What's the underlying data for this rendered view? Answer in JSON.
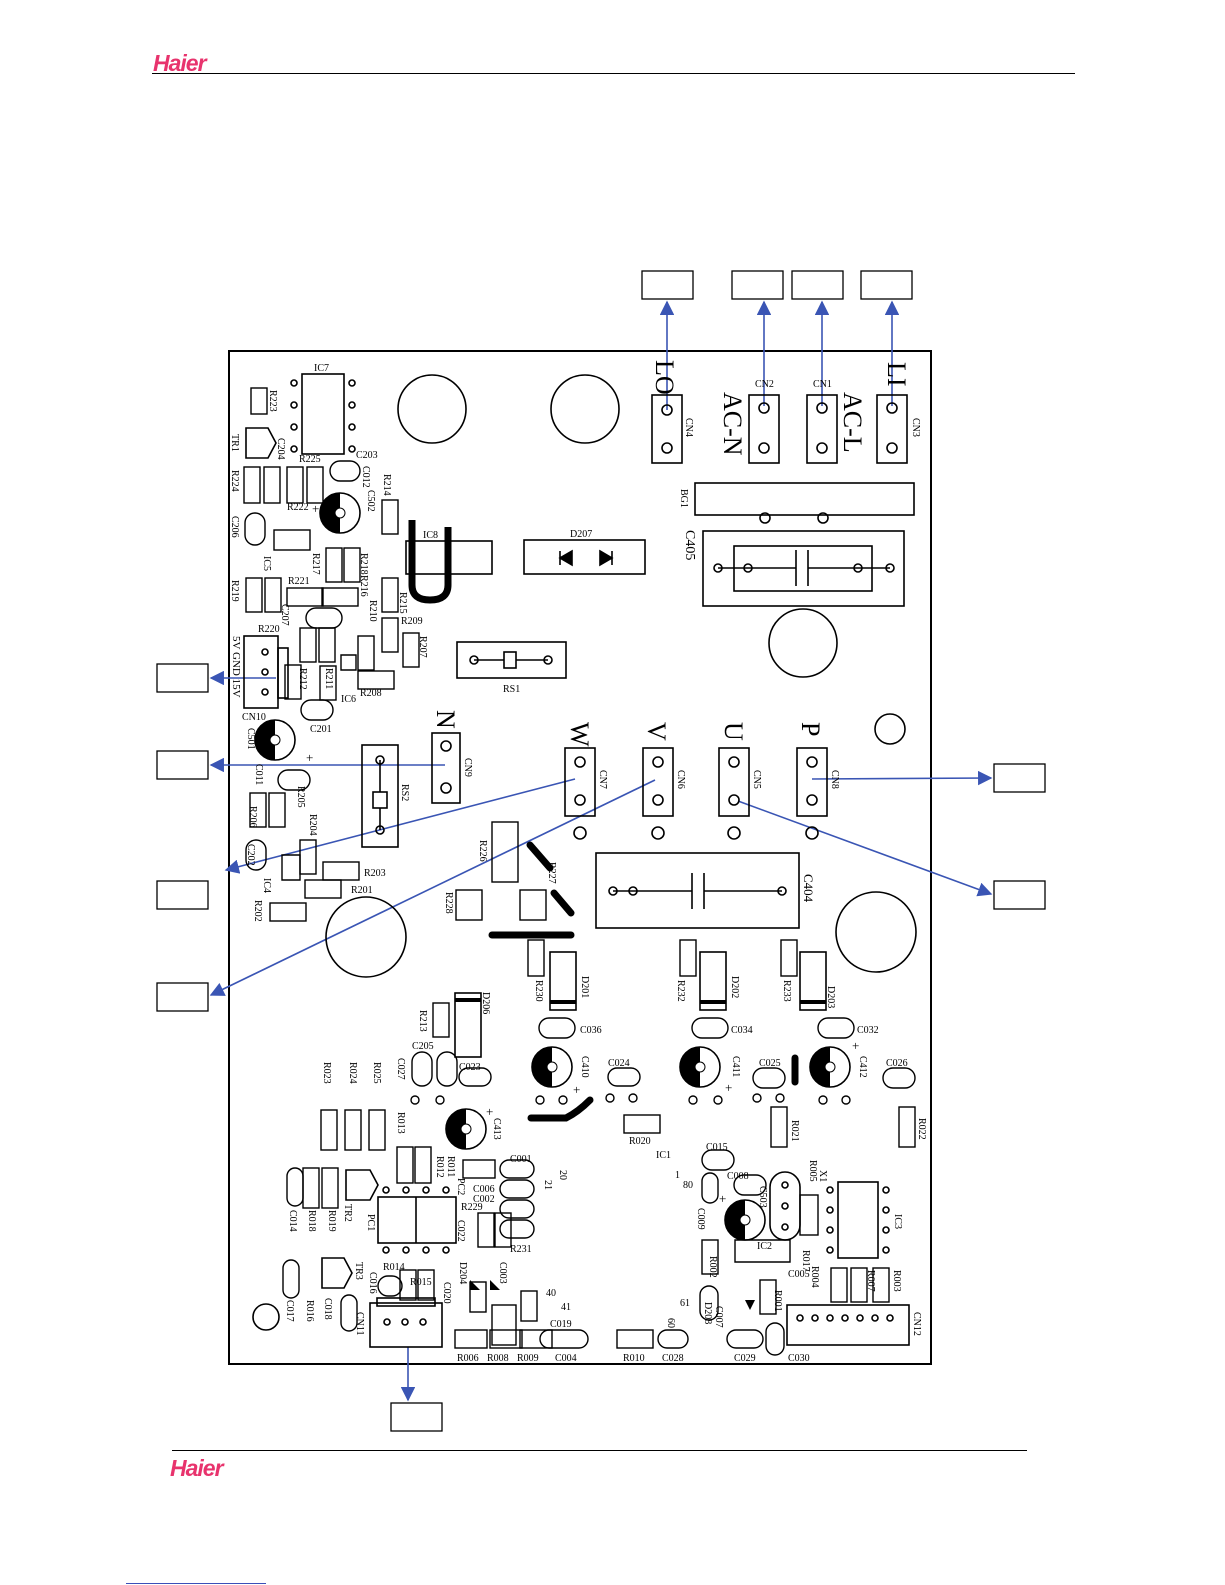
{
  "header": {
    "brand": "Haier"
  },
  "footer": {
    "brand": "Haier"
  },
  "board": {
    "connectors": {
      "lo": "LO",
      "ac_n": "AC-N",
      "ac_l": "AC-L",
      "li": "LI",
      "n": "N",
      "w": "W",
      "v": "V",
      "u": "U",
      "p": "P",
      "power_pins": "5V GND 15V"
    },
    "refs": {
      "cn4": "CN4",
      "cn2": "CN2",
      "cn1": "CN1",
      "cn3": "CN3",
      "cn9": "CN9",
      "cn7": "CN7",
      "cn6": "CN6",
      "cn5": "CN5",
      "cn8": "CN8",
      "cn10": "CN10",
      "cn11": "CN11",
      "cn12": "CN12",
      "ic7": "IC7",
      "ic8": "IC8",
      "ic5": "IC5",
      "ic6": "IC6",
      "ic4": "IC4",
      "ic3": "IC3",
      "ic2": "IC2",
      "ic1": "IC1",
      "d207": "D207",
      "bg1": "BG1",
      "c405": "C405",
      "c404": "C404",
      "rs1": "RS1",
      "rs2": "RS2",
      "tr1": "TR1",
      "tr2": "TR2",
      "tr3": "TR3",
      "pc1": "PC1",
      "pc2": "PC2",
      "x1": "X1",
      "d201": "D201",
      "d202": "D202",
      "d203": "D203",
      "d206": "D206",
      "d208": "D208",
      "d204": "D204",
      "c036": "C036",
      "c034": "C034",
      "c032": "C032",
      "c410": "C410",
      "c411": "C411",
      "c412": "C412",
      "c413": "C413",
      "c501": "C501",
      "c502": "C502",
      "c503": "C503",
      "c024": "C024",
      "c025": "C025",
      "c026": "C026",
      "c023": "C023",
      "c027": "C027",
      "c205": "C205",
      "c201": "C201",
      "c202": "C202",
      "c203": "C203",
      "c204": "C204",
      "c206": "C206",
      "c207": "C207",
      "c011": "C011",
      "c012": "C012",
      "c014": "C014",
      "c015": "C015",
      "c016": "C016",
      "c017": "C017",
      "c018": "C018",
      "c019": "C019",
      "c004": "C004",
      "c028": "C028",
      "c029": "C029",
      "c030": "C030",
      "c001": "C001",
      "c002": "C002",
      "c003": "C003",
      "c005": "C005",
      "c006": "C006",
      "c007": "C007",
      "c008": "C008",
      "c009": "C009",
      "c020": "C020",
      "c022": "C022",
      "r223": "R223",
      "r224": "R224",
      "r225": "R225",
      "r222": "R222",
      "r214": "R214",
      "r217": "R217",
      "r218": "R218",
      "r216": "R216",
      "r219": "R219",
      "r221": "R221",
      "r215": "R215",
      "r210": "R210",
      "r209": "R209",
      "r220": "R220",
      "r207": "R207",
      "r212": "R212",
      "r211": "R211",
      "r208": "R208",
      "r205": "R205",
      "r206": "R206",
      "r204": "R204",
      "r203": "R203",
      "r201": "R201",
      "r202": "R202",
      "r226": "R226",
      "r227": "R227",
      "r228": "R228",
      "r230": "R230",
      "r232": "R232",
      "r233": "R233",
      "r213": "R213",
      "r023": "R023",
      "r024": "R024",
      "r025": "R025",
      "r013": "R013",
      "r012": "R012",
      "r011": "R011",
      "r020": "R020",
      "r021": "R021",
      "r022": "R022",
      "r005": "R005",
      "r018": "R018",
      "r019": "R019",
      "r229": "R229",
      "r231": "R231",
      "r014": "R014",
      "r015": "R015",
      "r016": "R016",
      "r006": "R006",
      "r008": "R008",
      "r009": "R009",
      "r010": "R010",
      "r017": "R017",
      "r002": "R002",
      "r004": "R004",
      "r003": "R003",
      "r007": "R007",
      "r001": "R001",
      "p1": "1",
      "p80": "80",
      "p20": "20",
      "p21": "21",
      "p40": "40",
      "p41": "41",
      "p60": "60",
      "p61": "61"
    }
  }
}
